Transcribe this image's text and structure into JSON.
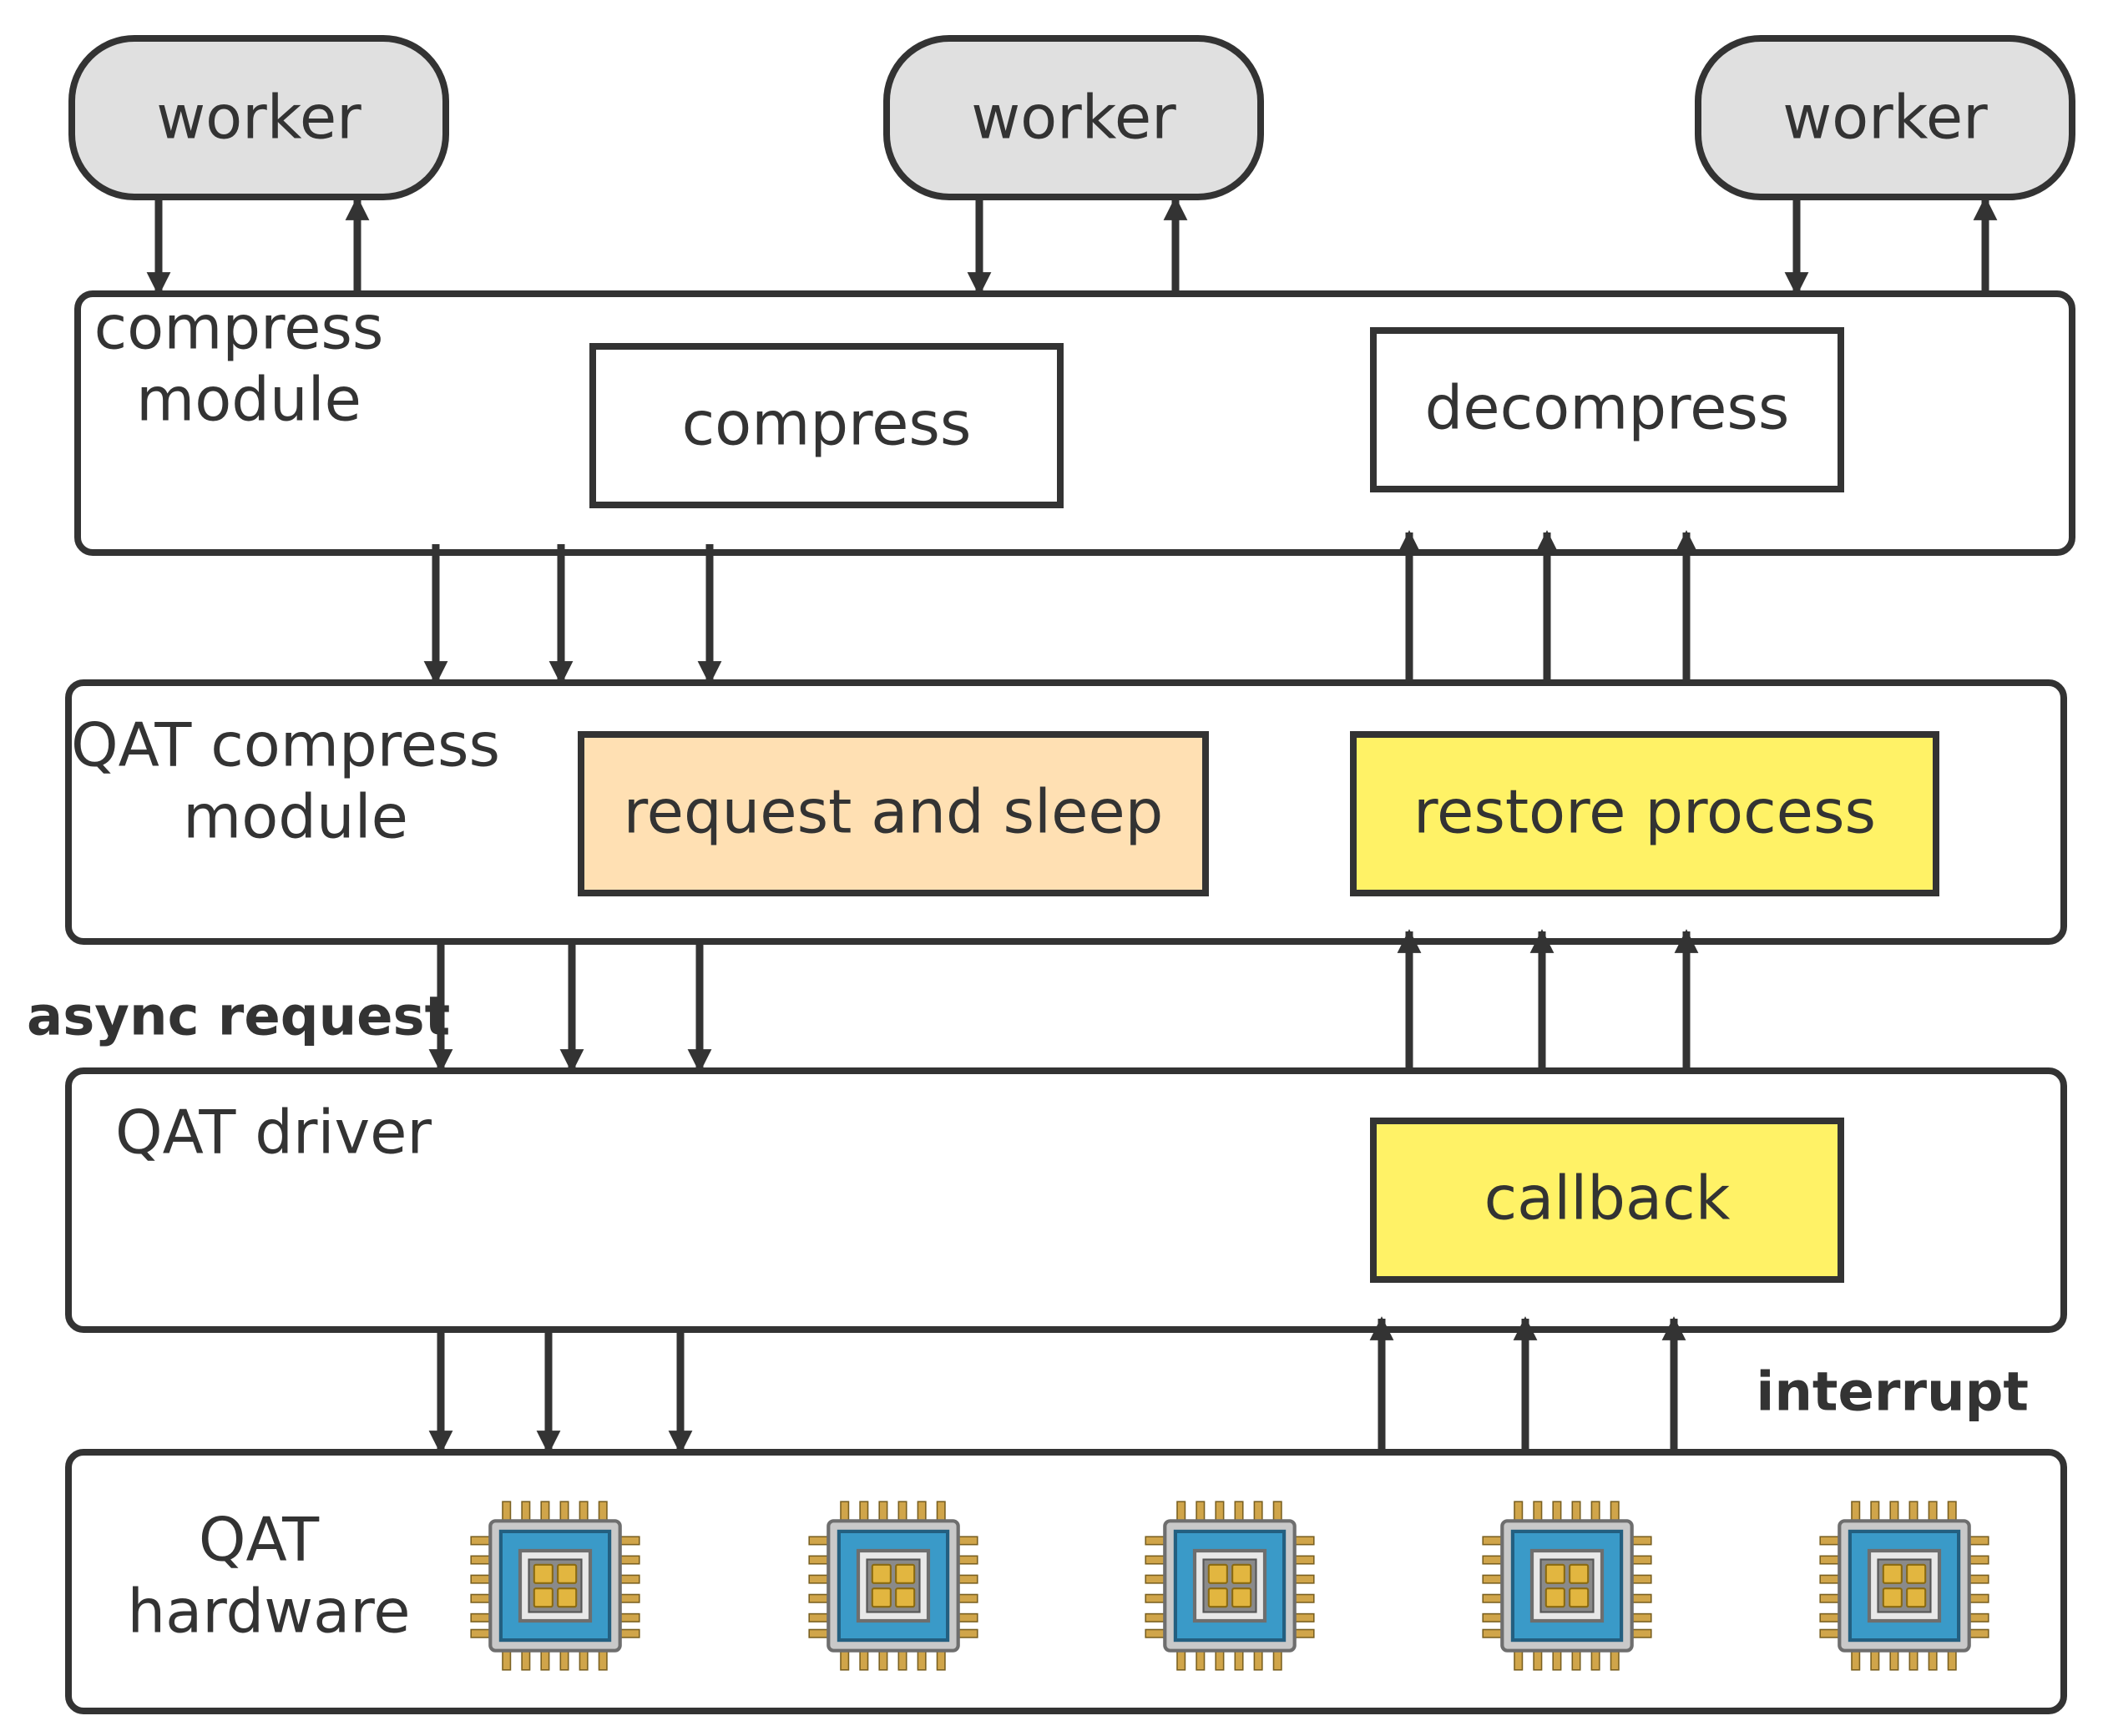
{
  "workers": [
    {
      "label": "worker"
    },
    {
      "label": "worker"
    },
    {
      "label": "worker"
    }
  ],
  "layers": {
    "compress_module": {
      "title_line1": "compress",
      "title_line2": "module",
      "compress_label": "compress",
      "decompress_label": "decompress"
    },
    "qat_compress_module": {
      "title_line1": "QAT compress",
      "title_line2": "module",
      "request_label": "request and sleep",
      "restore_label": "restore  process"
    },
    "qat_driver": {
      "title": "QAT driver",
      "callback_label": "callback"
    },
    "qat_hardware": {
      "title_line1": "QAT",
      "title_line2": "hardware",
      "chips": [
        {
          "icon": "processor-chip-icon"
        },
        {
          "icon": "processor-chip-icon"
        },
        {
          "icon": "processor-chip-icon"
        },
        {
          "icon": "processor-chip-icon"
        },
        {
          "icon": "processor-chip-icon"
        }
      ]
    }
  },
  "annotations": {
    "async_request": "async request",
    "interrupt": "interrupt"
  },
  "colors": {
    "stroke": "#333333",
    "worker_fill": "#e0e0e0",
    "request_fill": "#ffe0b3",
    "restore_fill": "#fff266",
    "callback_fill": "#fff266",
    "chip_blue": "#3a9ac8",
    "chip_gold": "#d8b04a",
    "chip_silver": "#c8c8c8"
  }
}
